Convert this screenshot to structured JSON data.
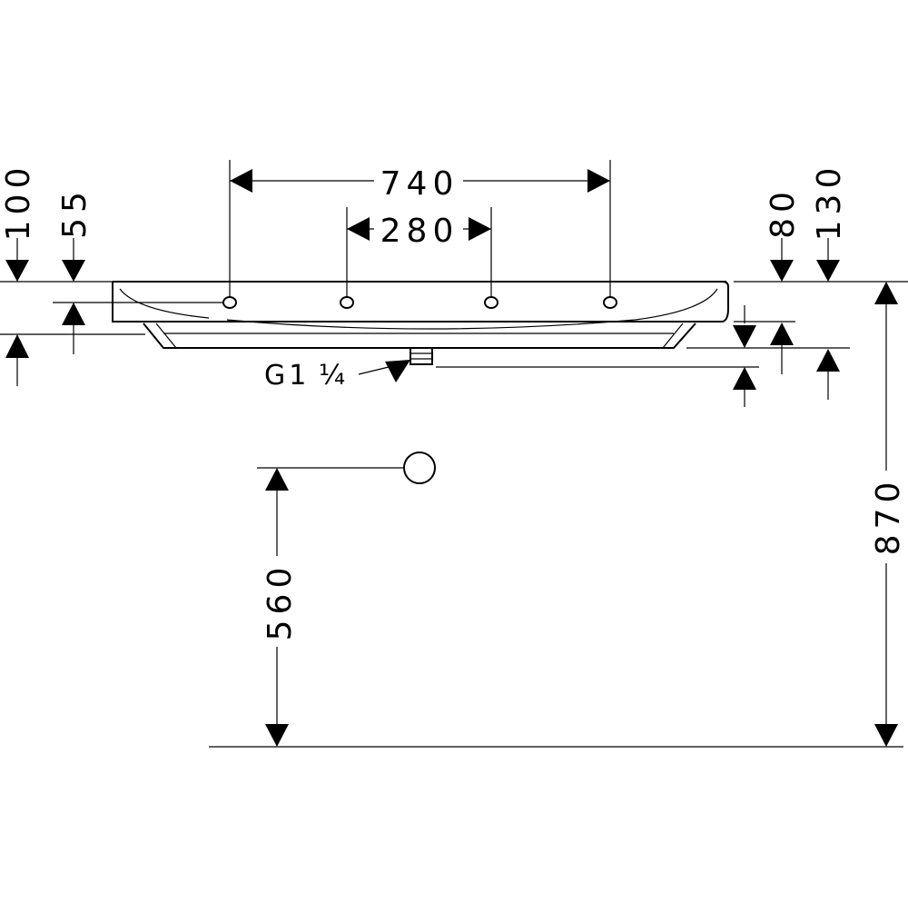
{
  "dimensions": {
    "width_740": "740",
    "tap_spacing_280": "280",
    "height_100": "100",
    "height_55": "55",
    "height_80": "80",
    "height_130": "130",
    "height_870": "870",
    "waste_height_560": "560"
  },
  "thread_label": {
    "main": "G1",
    "fraction": "¼"
  }
}
